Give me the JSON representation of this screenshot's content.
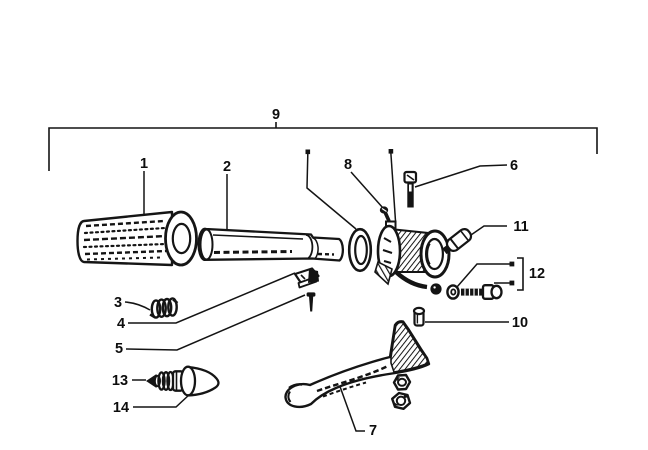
{
  "diagram": {
    "kind": "exploded-parts-diagram",
    "subject": "handlebar twist-grip and brake-lever assembly",
    "colors": {
      "background": "#ffffff",
      "ink": "#141414"
    },
    "callouts": {
      "c1": "1",
      "c2": "2",
      "c3": "3",
      "c4": "4",
      "c5": "5",
      "c6": "6",
      "c7": "7",
      "c8": "8",
      "c9": "9",
      "c10": "10",
      "c11": "11",
      "c12": "12",
      "c13": "13",
      "c14": "14"
    }
  }
}
